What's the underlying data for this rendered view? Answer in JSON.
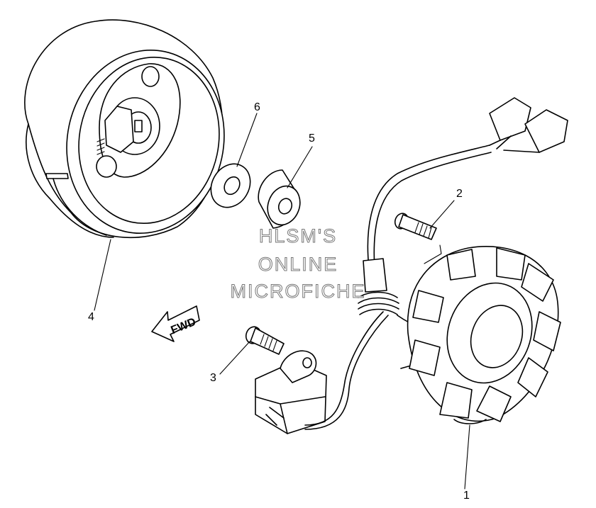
{
  "callouts": [
    {
      "id": "1",
      "text": "1"
    },
    {
      "id": "2",
      "text": "2"
    },
    {
      "id": "3",
      "text": "3"
    },
    {
      "id": "4",
      "text": "4"
    },
    {
      "id": "5",
      "text": "5"
    },
    {
      "id": "6",
      "text": "6"
    }
  ],
  "fwd_label": "FWD",
  "watermark": {
    "line1": "HLSM'S",
    "line2": "ONLINE",
    "line3": "MICROFICHE"
  }
}
